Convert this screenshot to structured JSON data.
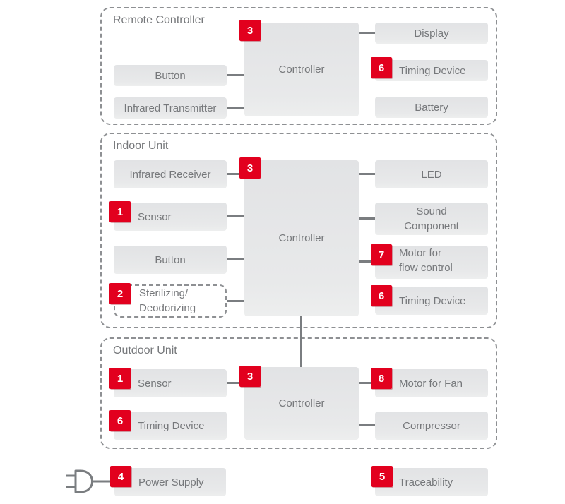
{
  "colors": {
    "accent_red": "#e2001e",
    "box_fill": "#e3e4e6",
    "text_gray": "#76787b",
    "dashed_border": "#8e9093",
    "connector_line": "#7a7d80",
    "badge_text": "#ffffff",
    "background": "#ffffff"
  },
  "sections": {
    "remote": {
      "title": "Remote Controller"
    },
    "indoor": {
      "title": "Indoor Unit"
    },
    "outdoor": {
      "title": "Outdoor Unit"
    }
  },
  "nodes": {
    "controller_remote": {
      "label": "Controller",
      "badge": "3"
    },
    "button_remote": {
      "label": "Button"
    },
    "infrared_transmitter": {
      "label": "Infrared Transmitter"
    },
    "display": {
      "label": "Display"
    },
    "timing_remote": {
      "label": "Timing Device",
      "badge": "6"
    },
    "battery": {
      "label": "Battery"
    },
    "infrared_receiver": {
      "label": "Infrared Receiver"
    },
    "sensor_indoor": {
      "label": "Sensor",
      "badge": "1"
    },
    "button_indoor": {
      "label": "Button"
    },
    "sterilizing": {
      "line1": "Sterilizing/",
      "line2": "Deodorizing",
      "badge": "2"
    },
    "controller_indoor": {
      "label": "Controller",
      "badge": "3"
    },
    "led": {
      "label": "LED"
    },
    "sound_component": {
      "line1": "Sound",
      "line2": "Component"
    },
    "motor_flow": {
      "line1": "Motor for",
      "line2": "flow control",
      "badge": "7"
    },
    "timing_indoor": {
      "label": "Timing Device",
      "badge": "6"
    },
    "sensor_outdoor": {
      "label": "Sensor",
      "badge": "1"
    },
    "timing_outdoor": {
      "label": "Timing Device",
      "badge": "6"
    },
    "controller_outdoor": {
      "label": "Controller",
      "badge": "3"
    },
    "motor_fan": {
      "label": "Motor for Fan",
      "badge": "8"
    },
    "compressor": {
      "label": "Compressor"
    },
    "power_supply": {
      "label": "Power Supply",
      "badge": "4"
    },
    "traceability": {
      "label": "Traceability",
      "badge": "5"
    }
  }
}
